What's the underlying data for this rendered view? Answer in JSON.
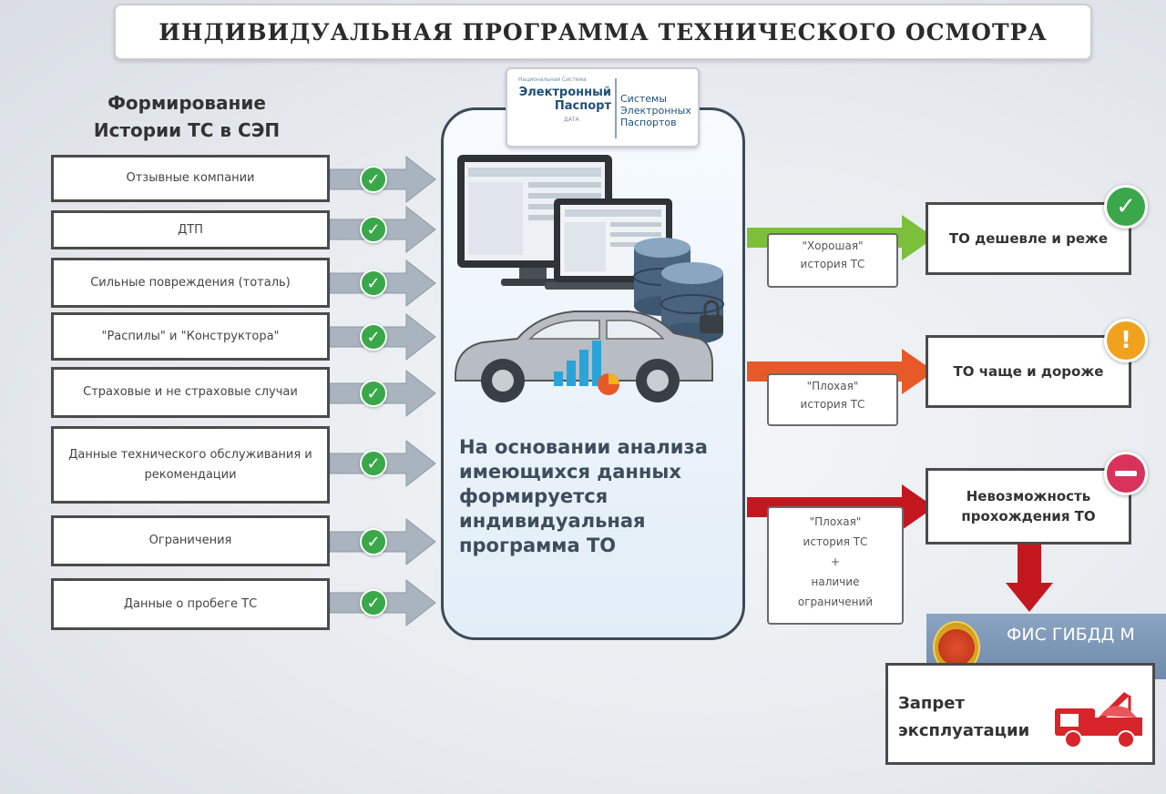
{
  "title": "ИНДИВИДУАЛЬНАЯ ПРОГРАММА ТЕХНИЧЕСКОГО ОСМОТРА",
  "left_heading": [
    "Формирование",
    "Истории ТС в СЭП"
  ],
  "sources": [
    {
      "label": "Отзывные компании"
    },
    {
      "label": "ДТП"
    },
    {
      "label": "Сильные повреждения (тоталь)"
    },
    {
      "label": "\"Распилы\" и \"Конструктора\""
    },
    {
      "label": "Страховые и не страховые случаи"
    },
    {
      "label": "Данные технического обслуживания и рекомендации"
    },
    {
      "label": "Ограничения"
    },
    {
      "label": "Данные о пробеге ТС"
    }
  ],
  "logo": {
    "tiny": "Национальная Система",
    "left_lines": [
      "Электронный",
      "Паспорт"
    ],
    "sub": "ДАТА",
    "right_lines": [
      "Системы",
      "Электронных",
      "Паспортов"
    ]
  },
  "center_text": "На основании анализа имеющихся данных формируется индивидуальная программа ТО",
  "branches": [
    {
      "label_lines": [
        "\"Хорошая\"",
        "история ТС"
      ],
      "outcome_lines": [
        "ТО дешевле и реже"
      ],
      "color": "#7cbf3a",
      "status_icon": "check-icon",
      "status_color": "#3aa84a"
    },
    {
      "label_lines": [
        "\"Плохая\"",
        "история ТС"
      ],
      "outcome_lines": [
        "ТО чаще и дороже"
      ],
      "color": "#e8592a",
      "status_icon": "exclamation-icon",
      "status_color": "#f0a21e"
    },
    {
      "label_lines": [
        "\"Плохая\"",
        "история ТС",
        "+",
        "наличие",
        "ограничений"
      ],
      "outcome_lines": [
        "Невозможность",
        "прохождения ТО"
      ],
      "color": "#c3171f",
      "status_icon": "minus-icon",
      "status_color": "#d8335a"
    }
  ],
  "fis": "ФИС ГИБДД М",
  "ban_lines": [
    "Запрет",
    "эксплуатации"
  ],
  "colors": {
    "check": "#3aa84a",
    "arrow_gray": "#a9b4bf",
    "panel_border": "#3d4a58"
  }
}
